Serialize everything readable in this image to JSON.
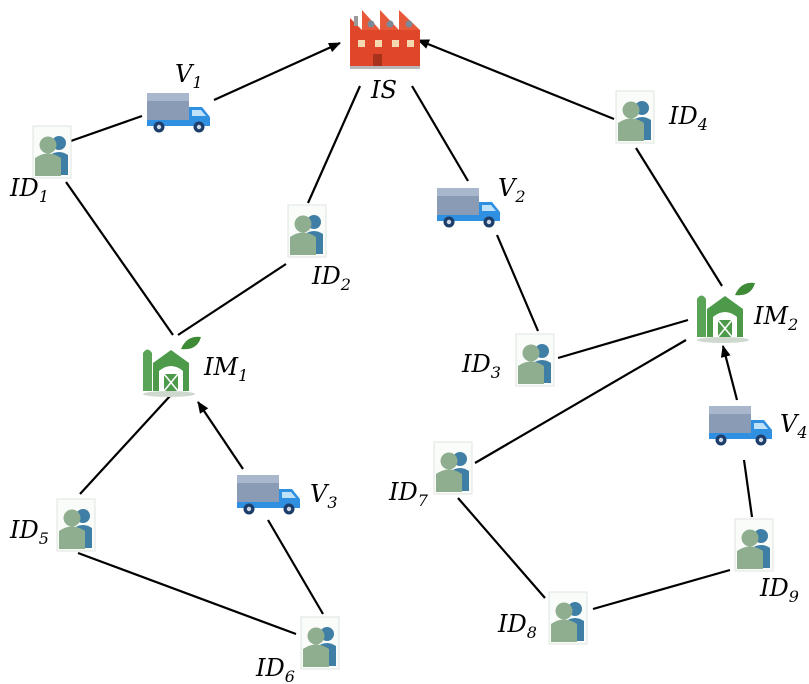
{
  "colors": {
    "edge": "#000000",
    "factory": "#e0462a",
    "truck_cargo": "#8a9bb5",
    "truck_cab": "#2f8fe0",
    "person": "#8fae8f",
    "person_back": "#4f8fb0",
    "farm": "#4c9a4a",
    "leaf": "#3f8a36"
  },
  "nodes": {
    "IS": {
      "prefix": "IS",
      "sub": "",
      "icon": "factory-icon"
    },
    "V1": {
      "prefix": "V",
      "sub": "1",
      "icon": "truck-icon"
    },
    "V2": {
      "prefix": "V",
      "sub": "2",
      "icon": "truck-icon"
    },
    "V3": {
      "prefix": "V",
      "sub": "3",
      "icon": "truck-icon"
    },
    "V4": {
      "prefix": "V",
      "sub": "4",
      "icon": "truck-icon"
    },
    "IM1": {
      "prefix": "IM",
      "sub": "1",
      "icon": "farm-icon"
    },
    "IM2": {
      "prefix": "IM",
      "sub": "2",
      "icon": "farm-icon"
    },
    "ID1": {
      "prefix": "ID",
      "sub": "1",
      "icon": "person-icon"
    },
    "ID2": {
      "prefix": "ID",
      "sub": "2",
      "icon": "person-icon"
    },
    "ID3": {
      "prefix": "ID",
      "sub": "3",
      "icon": "person-icon"
    },
    "ID4": {
      "prefix": "ID",
      "sub": "4",
      "icon": "person-icon"
    },
    "ID5": {
      "prefix": "ID",
      "sub": "5",
      "icon": "person-icon"
    },
    "ID6": {
      "prefix": "ID",
      "sub": "6",
      "icon": "person-icon"
    },
    "ID7": {
      "prefix": "ID",
      "sub": "7",
      "icon": "person-icon"
    },
    "ID8": {
      "prefix": "ID",
      "sub": "8",
      "icon": "person-icon"
    },
    "ID9": {
      "prefix": "ID",
      "sub": "9",
      "icon": "person-icon"
    }
  },
  "edges": [
    {
      "from": "ID1",
      "to": "V1",
      "directed": false
    },
    {
      "from": "V1",
      "to": "IS",
      "directed": true
    },
    {
      "from": "ID1",
      "to": "IM1",
      "directed": false
    },
    {
      "from": "IM1",
      "to": "ID2",
      "directed": false
    },
    {
      "from": "ID2",
      "to": "IS",
      "directed": false
    },
    {
      "from": "IS",
      "to": "V2",
      "directed": false
    },
    {
      "from": "V2",
      "to": "ID3",
      "directed": false
    },
    {
      "from": "ID4",
      "to": "IS",
      "directed": true
    },
    {
      "from": "ID4",
      "to": "IM2",
      "directed": false
    },
    {
      "from": "ID3",
      "to": "IM2",
      "directed": false
    },
    {
      "from": "IM2",
      "to": "ID7",
      "directed": false
    },
    {
      "from": "V4",
      "to": "IM2",
      "directed": true
    },
    {
      "from": "ID9",
      "to": "V4",
      "directed": false
    },
    {
      "from": "ID8",
      "to": "ID9",
      "directed": false
    },
    {
      "from": "ID7",
      "to": "ID8",
      "directed": false
    },
    {
      "from": "ID5",
      "to": "IM1",
      "directed": false
    },
    {
      "from": "V3",
      "to": "IM1",
      "directed": true
    },
    {
      "from": "ID6",
      "to": "V3",
      "directed": false
    },
    {
      "from": "ID5",
      "to": "ID6",
      "directed": false
    }
  ]
}
